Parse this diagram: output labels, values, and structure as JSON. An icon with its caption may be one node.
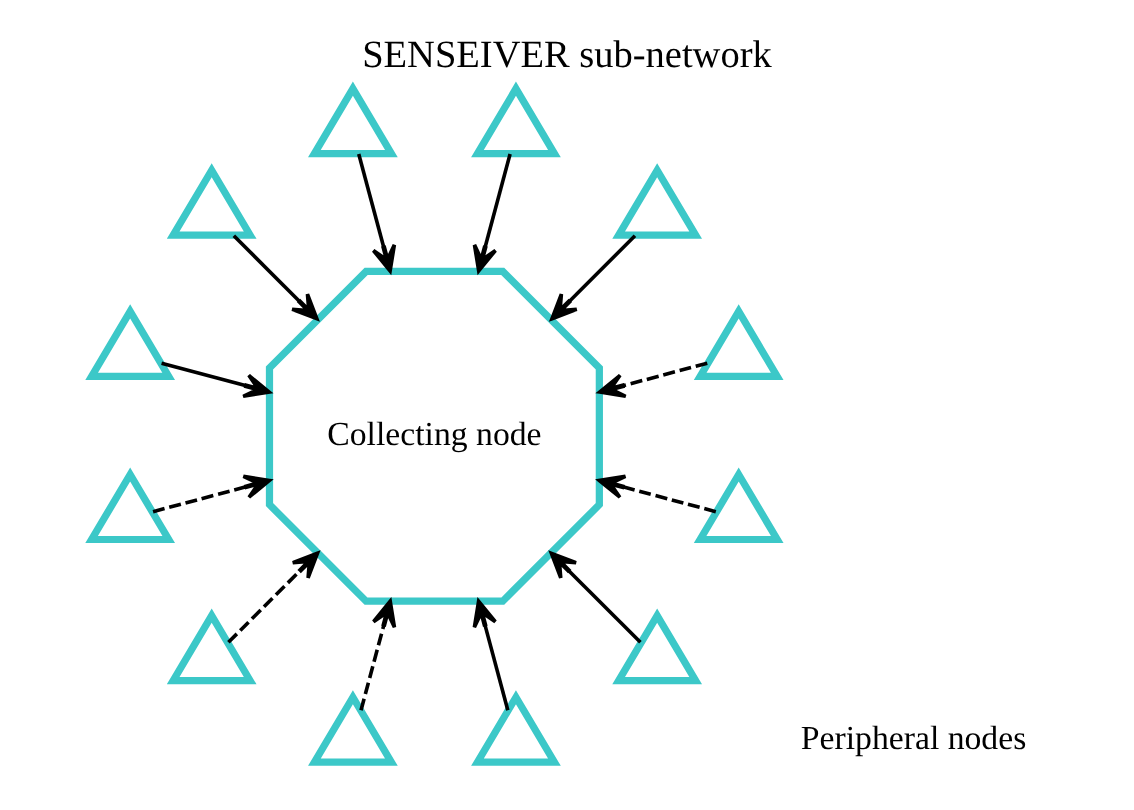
{
  "diagram": {
    "title": "SENSEIVER sub-network",
    "nodes": [
      {
        "text": [
          "Collecting node"
        ]
      },
      {
        "text": [],
        "shape": "triangle"
      },
      {
        "text": [],
        "shape": "triangle"
      },
      {
        "text": [],
        "shape": "triangle"
      },
      {
        "text": [],
        "shape": "triangle"
      },
      {
        "text": [],
        "shape": "triangle"
      },
      {
        "text": [],
        "shape": "triangle"
      },
      {
        "text": [],
        "shape": "triangle"
      },
      {
        "text": [],
        "shape": "triangle"
      },
      {
        "text": [],
        "shape": "triangle"
      },
      {
        "text": [],
        "shape": "triangle"
      },
      {
        "text": [],
        "shape": "triangle"
      },
      {
        "text": [],
        "shape": "triangle"
      }
    ],
    "edges": [
      {
        "from": 1,
        "to": 0,
        "arrow": "to",
        "style": "dashed"
      },
      {
        "from": 2,
        "to": 0,
        "arrow": "to"
      },
      {
        "from": 3,
        "to": 0,
        "arrow": "to"
      },
      {
        "from": 4,
        "to": 0,
        "arrow": "to"
      },
      {
        "from": 5,
        "to": 0,
        "arrow": "to"
      },
      {
        "from": 6,
        "to": 0,
        "arrow": "to"
      },
      {
        "from": 7,
        "to": 0,
        "arrow": "to",
        "style": "dashed"
      },
      {
        "from": 8,
        "to": 0,
        "arrow": "to",
        "style": "dashed"
      },
      {
        "from": 9,
        "to": 0,
        "arrow": "to",
        "style": "dashed"
      },
      {
        "from": 10,
        "to": 0,
        "arrow": "to"
      },
      {
        "from": 11,
        "to": 0,
        "arrow": "to"
      },
      {
        "from": 12,
        "to": 0,
        "arrow": "to",
        "style": "dashed"
      }
    ],
    "labels": [
      "Peripheral nodes"
    ]
  }
}
